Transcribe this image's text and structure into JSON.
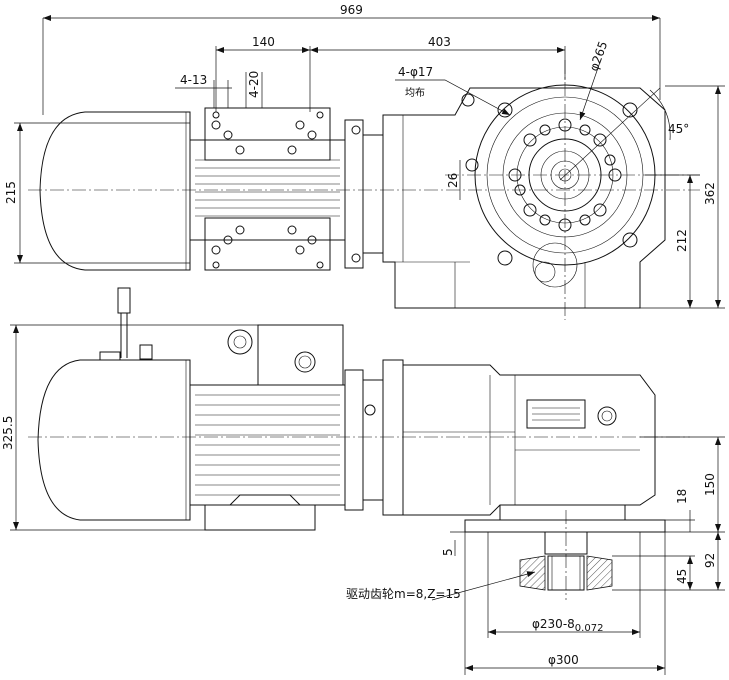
{
  "drawing": {
    "overall_length": "969",
    "dim_140": "140",
    "dim_403": "403",
    "dim_phi265": "φ265",
    "dim_4_13": "4-13",
    "dim_4_20": "4-20",
    "holes_label": "4-φ17",
    "holes_note": "均布",
    "angle": "45°",
    "dim_215": "215",
    "dim_26": "26",
    "dim_212": "212",
    "dim_362": "362",
    "dim_325_5": "325.5",
    "dim_150": "150",
    "dim_18": "18",
    "dim_92": "92",
    "dim_5": "5",
    "dim_45": "45",
    "gear_label": "驱动齿轮m=8,Z=15",
    "dim_phi230": "φ230-8",
    "dim_phi230_tol": "0.072",
    "dim_phi300": "φ300"
  }
}
